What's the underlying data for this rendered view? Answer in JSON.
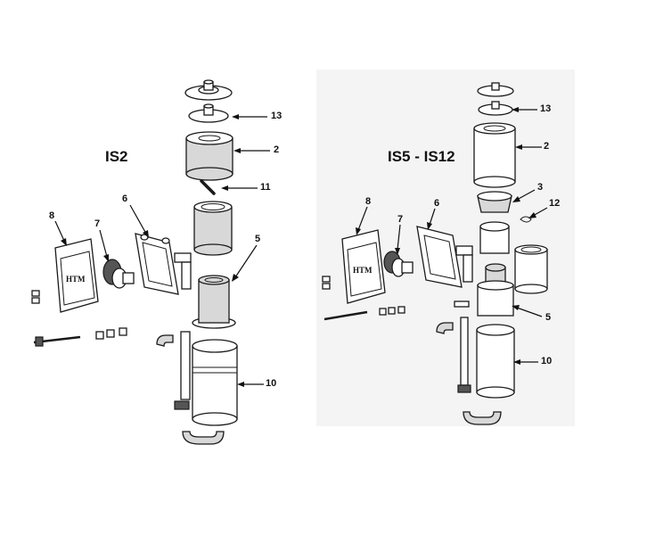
{
  "diagrams": [
    {
      "title": "IS2",
      "callouts": [
        "13",
        "2",
        "11",
        "6",
        "8",
        "7",
        "5",
        "10"
      ]
    },
    {
      "title": "IS5 - IS12",
      "callouts": [
        "13",
        "2",
        "8",
        "6",
        "3",
        "12",
        "7",
        "5",
        "10"
      ]
    }
  ]
}
